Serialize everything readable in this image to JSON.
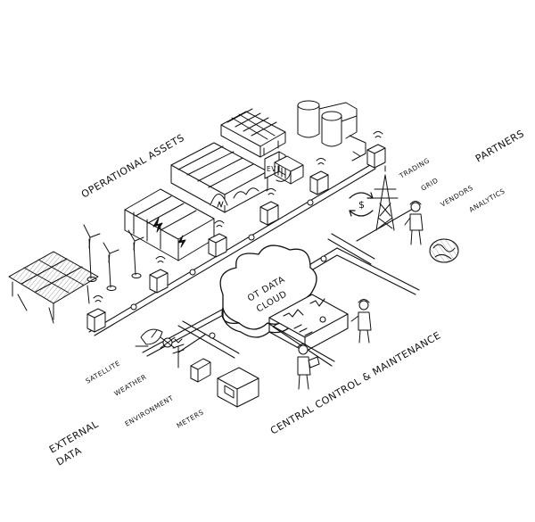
{
  "sections": {
    "operational_assets": "OPERATIONAL ASSETS",
    "partners": "PARTNERS",
    "external_data": [
      "EXTERNAL",
      "DATA"
    ],
    "central_control": "CENTRAL CONTROL & MAINTENANCE"
  },
  "partner_items": {
    "trading": "TRADING",
    "grid": "GRID",
    "vendors": "VENDORS",
    "analytics": "ANALYTICS"
  },
  "external_items": {
    "satellite": "SATELLITE",
    "weather": "WEATHER",
    "environment": "ENVIRONMENT",
    "meters": "METERS"
  },
  "cloud_label": [
    "OT DATA",
    "CLOUD"
  ],
  "asset_labels": {
    "ev": "EV",
    "currency": "$"
  },
  "colors": {
    "ink": "#111111",
    "paper": "#ffffff"
  }
}
